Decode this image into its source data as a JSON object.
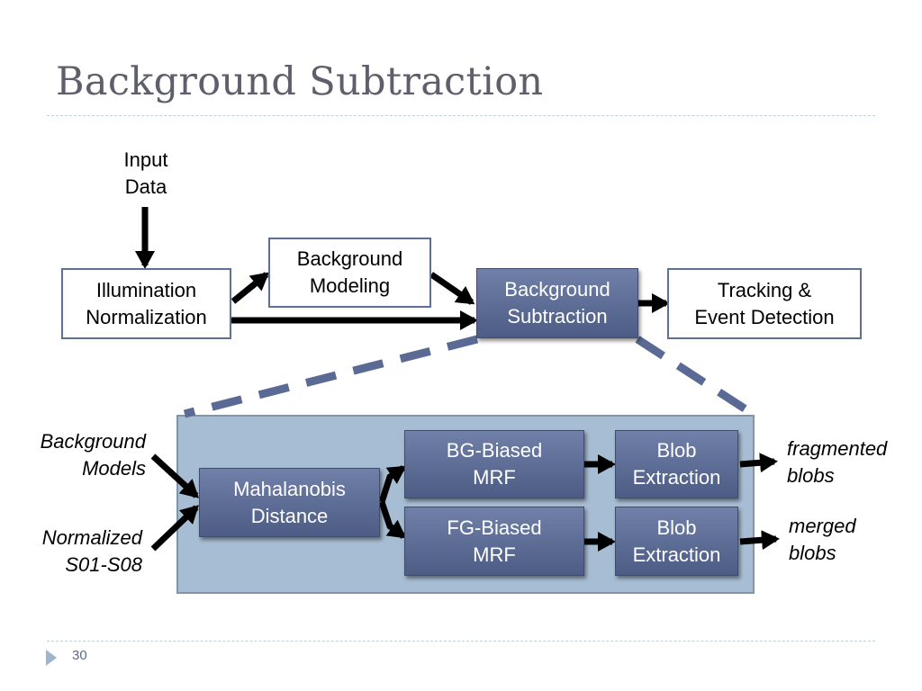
{
  "slide": {
    "title": "Background Subtraction",
    "page_number": "30"
  },
  "top_flow": {
    "input_label": "Input\nData",
    "illumination_box": "Illumination\nNormalization",
    "background_modeling_box": "Background\nModeling",
    "background_subtraction_box": "Background\nSubtraction",
    "tracking_box": "Tracking &\nEvent Detection"
  },
  "detail": {
    "input_background_models": "Background\nModels",
    "input_normalized": "Normalized\nS01-S08",
    "mahalanobis_box": "Mahalanobis\nDistance",
    "bg_biased_box": "BG-Biased\nMRF",
    "fg_biased_box": "FG-Biased\nMRF",
    "blob_extraction_top": "Blob\nExtraction",
    "blob_extraction_bottom": "Blob\nExtraction",
    "output_fragmented": "fragmented\nblobs",
    "output_merged": "merged\nblobs"
  },
  "colors": {
    "title": "#5f5f6b",
    "highlight_box": "#5b6a94",
    "detail_panel": "#a7bdd3",
    "zoom_dash": "#5b6a94",
    "arrow": "#000000"
  }
}
